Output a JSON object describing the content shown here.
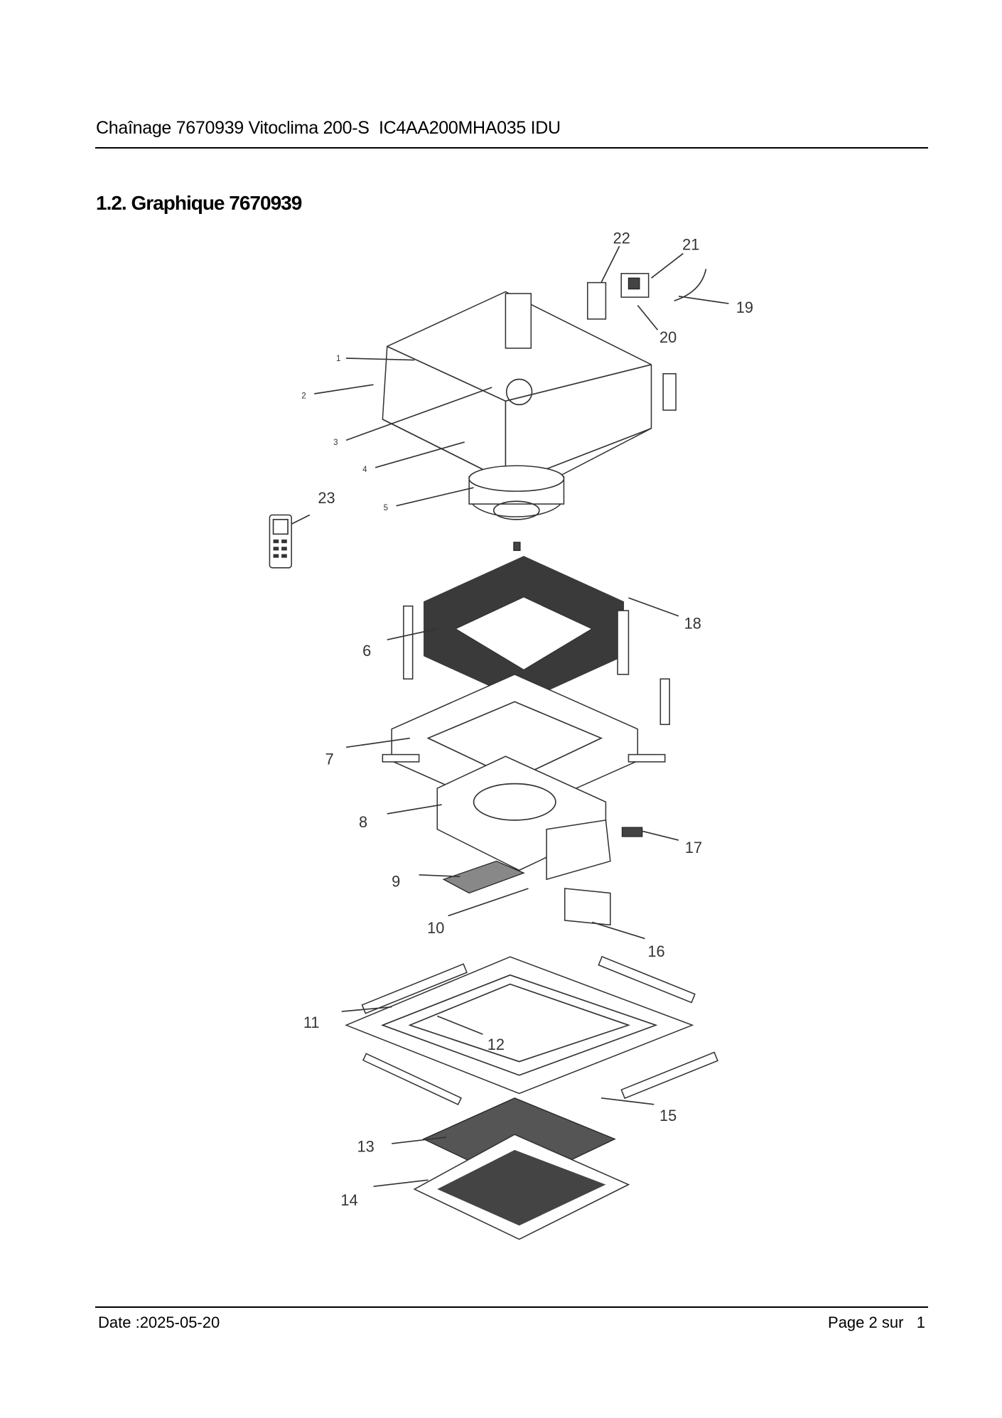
{
  "header": {
    "title": "Chaînage 7670939 Vitoclima 200-S  IC4AA200MHA035 IDU"
  },
  "section": {
    "heading": "1.2. Graphique 7670939"
  },
  "diagram": {
    "callouts": [
      "1",
      "2",
      "3",
      "4",
      "5",
      "6",
      "7",
      "8",
      "9",
      "10",
      "11",
      "12",
      "13",
      "14",
      "15",
      "16",
      "17",
      "18",
      "19",
      "20",
      "21",
      "22",
      "23"
    ]
  },
  "footer": {
    "date": "Date :2025-05-20",
    "page": "Page 2 sur   1"
  }
}
